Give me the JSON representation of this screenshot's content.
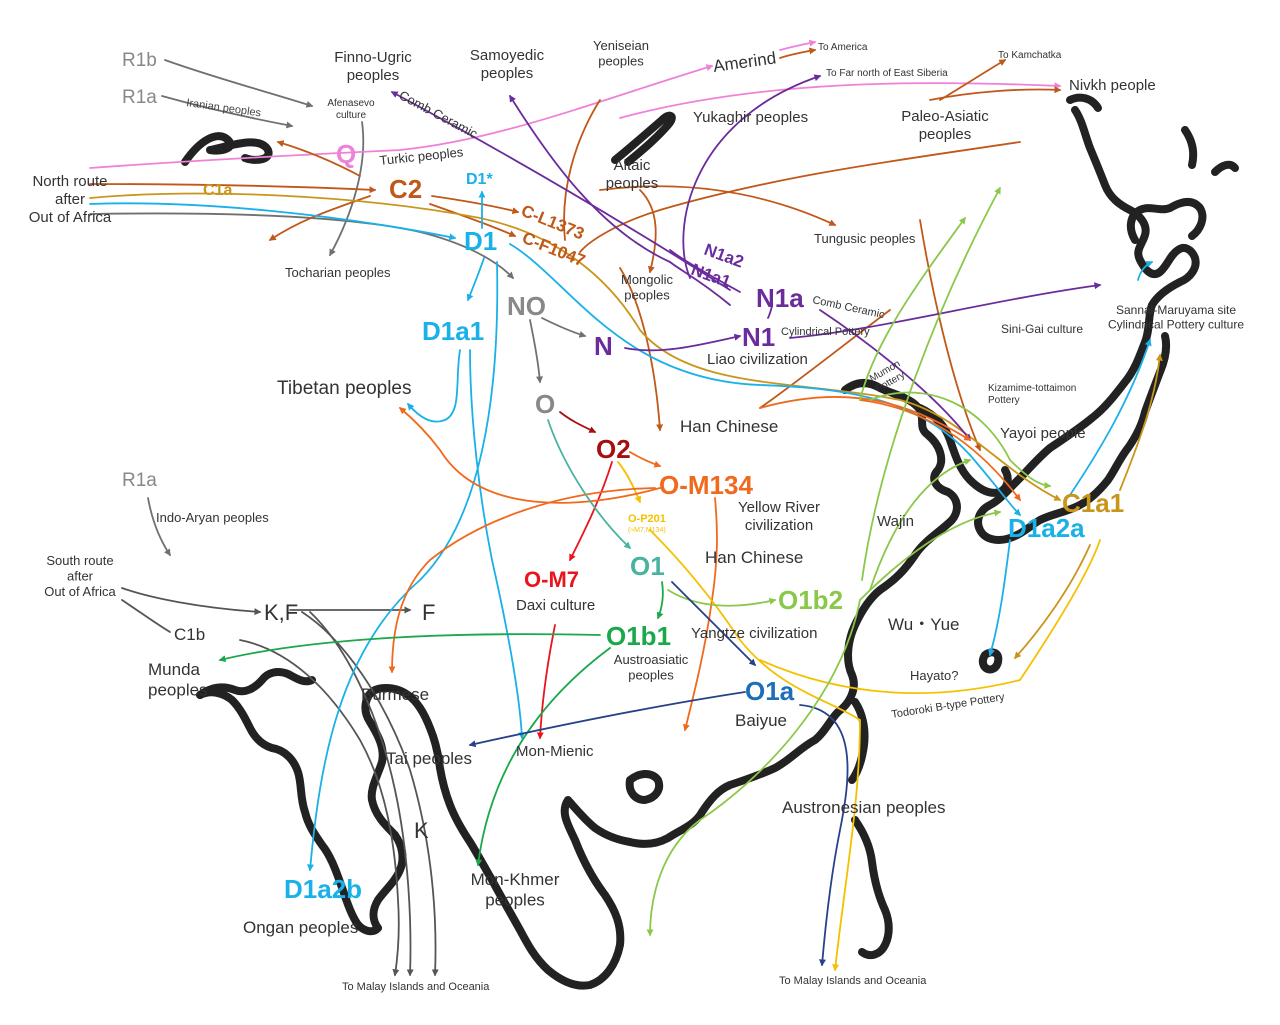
{
  "colors": {
    "gray": "#707070",
    "pink": "#ee82d8",
    "orange_brown": "#c0581a",
    "gold": "#c9961a",
    "sky": "#1ab0e8",
    "purple": "#6a2c9c",
    "dark_red": "#a50f0f",
    "orange": "#f06a1e",
    "red": "#e8141e",
    "yellow": "#f5c000",
    "teal": "#4ab3a0",
    "green": "#1aa84a",
    "light_green": "#8ac84a",
    "navy": "#27428a",
    "blue": "#1e6eb8",
    "black": "#222222"
  },
  "labels": {
    "r1b": "R1b",
    "r1a_north": "R1a",
    "iranian": "Iranian peoples",
    "finno_ugric": "Finno-Ugric\npeoples",
    "afanasevo": "Afenasevo\nculture",
    "samoyedic": "Samoyedic\npeoples",
    "comb_ceramic_1": "Comb Ceramic",
    "yeniseian": "Yeniseian\npeoples",
    "amerind": "Amerind",
    "to_america": "To America",
    "to_far_north": "To Far north of East Siberia",
    "to_kamchatka": "To Kamchatka",
    "nivkh": "Nivkh people",
    "yukaghir": "Yukaghir peoples",
    "paleo_asiatic": "Paleo-Asiatic\npeoples",
    "q": "Q",
    "turkic": "Turkic peoples",
    "altaic": "Altaic\npeoples",
    "north_route": "North route\nafter\nOut of Africa",
    "c1a": "C1a",
    "c2": "C2",
    "d1star": "D1*",
    "c_l1373": "C-L1373",
    "c_f1047": "C-F1047",
    "d1": "D1",
    "tungusic": "Tungusic peoples",
    "n1a2": "N1a2",
    "n1a1": "N1a1",
    "tocharian": "Tocharian peoples",
    "mongolic": "Mongolic\npeoples",
    "n1a": "N1a",
    "comb_ceramic_2": "Comb Ceramic",
    "no": "NO",
    "d1a1": "D1a1",
    "n": "N",
    "n1": "N1",
    "cyl_pottery": "Cylindrical Pottery",
    "liao": "Liao civilization",
    "sini_gai": "Sini-Gai culture",
    "sannai": "Sannai-Maruyama site\nCylindrical Pottery culture",
    "mumon": "Mumon\nPottery",
    "kizamime": "Kizamime-tottaimon\nPottery",
    "tibetan": "Tibetan peoples",
    "o": "O",
    "han_chinese_1": "Han Chinese",
    "yayoi": "Yayoi people",
    "o2": "O2",
    "o_m134": "O-M134",
    "c1a1": "C1a1",
    "r1a_south": "R1a",
    "indo_aryan": "Indo-Aryan peoples",
    "o_p201": "O-P201",
    "o_p201_sub": "(≈M7,M134)",
    "yellow_river": "Yellow River\ncivilization",
    "wajin": "Wajin",
    "d1a2a": "D1a2a",
    "south_route": "South route\nafter\nOut of Africa",
    "han_chinese_2": "Han Chinese",
    "o_m7": "O-M7",
    "o1": "O1",
    "kf": "K,F",
    "f": "F",
    "daxi": "Daxi culture",
    "o1b2": "O1b2",
    "c1b": "C1b",
    "o1b1": "O1b1",
    "yangtze": "Yangtze civilization",
    "wu_yue": "Wu・Yue",
    "munda": "Munda\npeoples",
    "austroasiatic": "Austroasiatic\npeoples",
    "burmese": "Burmese",
    "hayato": "Hayato?",
    "o1a": "O1a",
    "todoroki": "Todoroki B-type Pottery",
    "baiyue": "Baiyue",
    "tai": "Tai peoples",
    "mon_mienic": "Mon-Mienic",
    "austronesian": "Austronesian peoples",
    "k": "K",
    "mon_khmer": "Mon-Khmer\npeoples",
    "d1a2b": "D1a2b",
    "ongan": "Ongan peoples",
    "to_malay_1": "To Malay Islands and Oceania",
    "to_malay_2": "To Malay Islands and Oceania"
  }
}
